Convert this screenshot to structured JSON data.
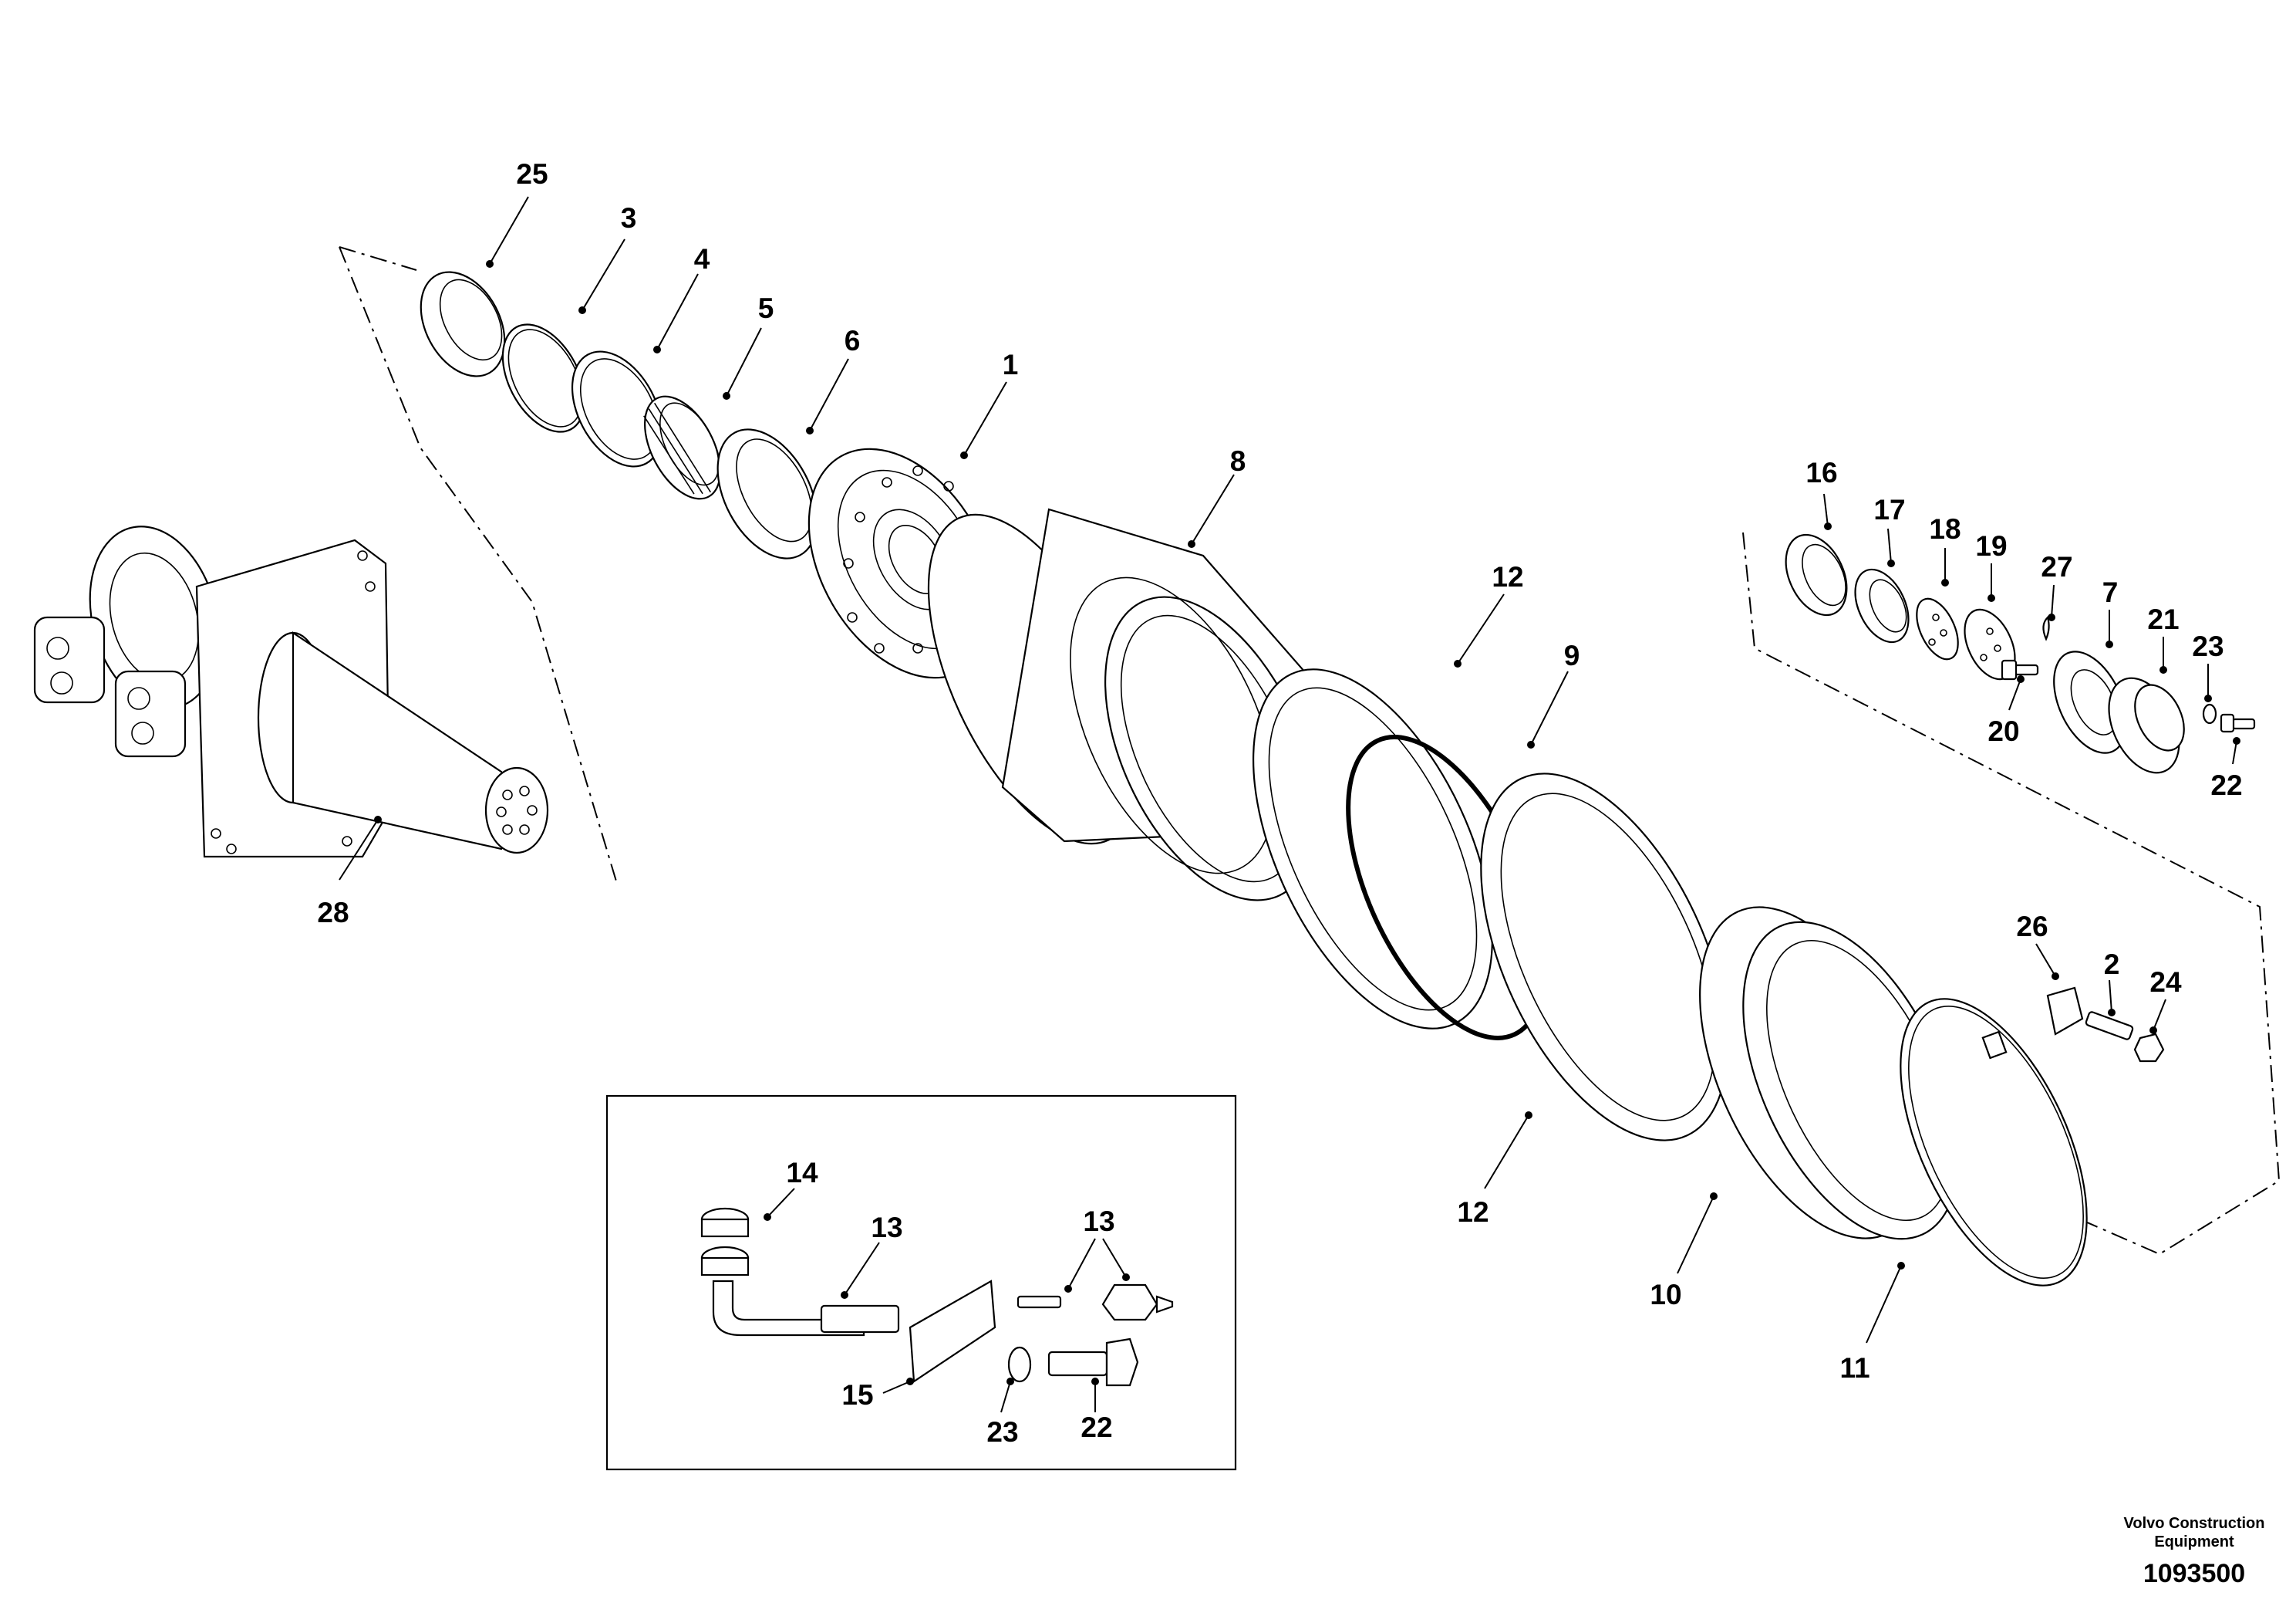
{
  "diagram": {
    "callouts": [
      {
        "id": "c25",
        "text": "25"
      },
      {
        "id": "c3",
        "text": "3"
      },
      {
        "id": "c4",
        "text": "4"
      },
      {
        "id": "c5",
        "text": "5"
      },
      {
        "id": "c6",
        "text": "6"
      },
      {
        "id": "c1",
        "text": "1"
      },
      {
        "id": "c8",
        "text": "8"
      },
      {
        "id": "c12a",
        "text": "12"
      },
      {
        "id": "c9",
        "text": "9"
      },
      {
        "id": "c28",
        "text": "28"
      },
      {
        "id": "c16",
        "text": "16"
      },
      {
        "id": "c17",
        "text": "17"
      },
      {
        "id": "c18",
        "text": "18"
      },
      {
        "id": "c19",
        "text": "19"
      },
      {
        "id": "c27",
        "text": "27"
      },
      {
        "id": "c7",
        "text": "7"
      },
      {
        "id": "c21",
        "text": "21"
      },
      {
        "id": "c23a",
        "text": "23"
      },
      {
        "id": "c20",
        "text": "20"
      },
      {
        "id": "c22a",
        "text": "22"
      },
      {
        "id": "c26",
        "text": "26"
      },
      {
        "id": "c2",
        "text": "2"
      },
      {
        "id": "c24",
        "text": "24"
      },
      {
        "id": "c12b",
        "text": "12"
      },
      {
        "id": "c10",
        "text": "10"
      },
      {
        "id": "c11",
        "text": "11"
      },
      {
        "id": "c14",
        "text": "14"
      },
      {
        "id": "c13a",
        "text": "13"
      },
      {
        "id": "c13b",
        "text": "13"
      },
      {
        "id": "c15",
        "text": "15"
      },
      {
        "id": "c23b",
        "text": "23"
      },
      {
        "id": "c22b",
        "text": "22"
      }
    ]
  },
  "footer": {
    "credit_line1": "Volvo Construction",
    "credit_line2": "Equipment",
    "doc_number": "1093500"
  }
}
